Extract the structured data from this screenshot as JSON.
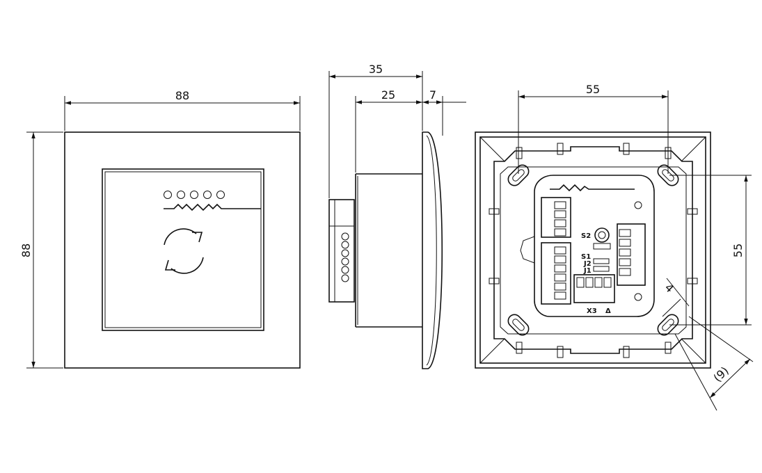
{
  "dimensions": {
    "front_width": "88",
    "front_height": "88",
    "side_total_depth": "35",
    "side_body_depth": "25",
    "side_frame_depth": "7",
    "back_hole_spacing_h": "55",
    "back_hole_spacing_v": "55",
    "back_hole_offset": "4",
    "back_corner_ref": "(9)"
  },
  "board_labels": {
    "s2": "S2",
    "s1": "S1",
    "j2": "J2",
    "j1": "J1",
    "x3": "X3",
    "delta": "Δ"
  },
  "icons": {
    "front_refresh": "refresh-icon",
    "front_leds": "led-indicator-icon",
    "front_logo": "wave-logo-icon",
    "back_logo": "wave-logo-icon"
  },
  "colors": {
    "line": "#111111",
    "background": "#ffffff"
  }
}
